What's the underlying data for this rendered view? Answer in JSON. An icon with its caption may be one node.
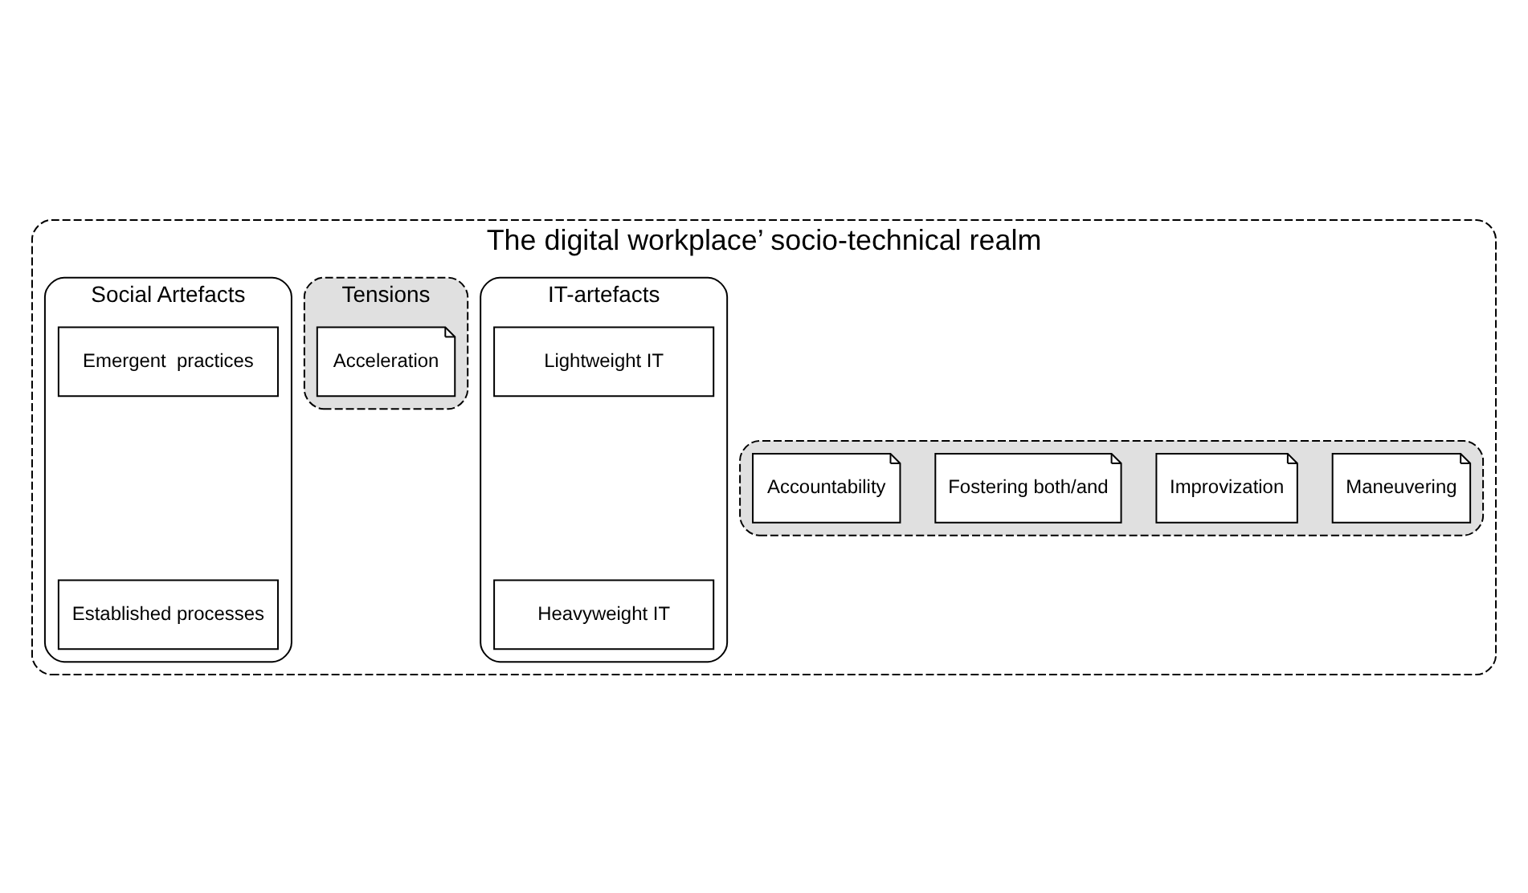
{
  "diagram": {
    "nodes": [
      {
        "text": [
          "The digital workplace’ socio-technical realm"
        ]
      },
      {
        "text": [
          "IT-artefacts"
        ],
        "in": 0
      },
      {
        "text": [
          "Lightweight IT"
        ],
        "in": 1
      },
      {
        "text": [
          "Tensions"
        ],
        "in": 0
      },
      {
        "text": [
          "Acceleration"
        ],
        "in": 3
      },
      {
        "text": [
          "Social Artefacts"
        ],
        "in": 0
      },
      {
        "text": [
          "Emergent  practices"
        ],
        "in": 5
      },
      {
        "text": [],
        "shape": "band",
        "in": 0
      },
      {
        "text": [
          "Maneuvering"
        ],
        "in": 7
      },
      {
        "text": [
          "Improvization"
        ],
        "in": 7
      },
      {
        "text": [
          "Fostering both/and"
        ],
        "in": 7
      },
      {
        "text": [
          "Accountability"
        ],
        "in": 7
      },
      {
        "text": [
          "Heavyweight IT"
        ],
        "in": 1
      },
      {
        "text": [
          "Established processes"
        ],
        "in": 5
      }
    ],
    "edges": []
  }
}
